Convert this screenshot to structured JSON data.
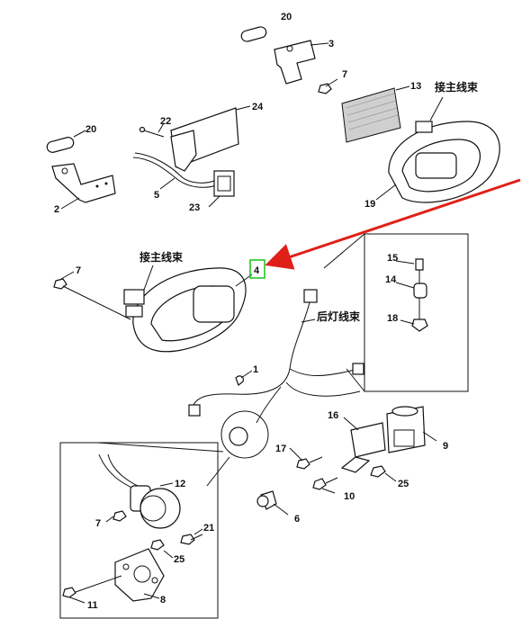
{
  "colors": {
    "arrow": "#e02018",
    "highlight": "#18c21a",
    "line": "#111111"
  },
  "labels": {
    "p20a": "20",
    "p3": "3",
    "p7a": "7",
    "p13": "13",
    "main_top": "接主线束",
    "p20b": "20",
    "p22": "22",
    "p24": "24",
    "p2": "2",
    "p5": "5",
    "p23": "23",
    "p19": "19",
    "main_mid": "接主线束",
    "p7b": "7",
    "p4": "4",
    "p15": "15",
    "p14": "14",
    "p18": "18",
    "rear_harness": "后灯线束",
    "p1": "1",
    "p16": "16",
    "p9": "9",
    "p17": "17",
    "p25a": "25",
    "p10": "10",
    "p6": "6",
    "p12": "12",
    "p7c": "7",
    "p21": "21",
    "p25b": "25",
    "p11": "11",
    "p8": "8"
  }
}
